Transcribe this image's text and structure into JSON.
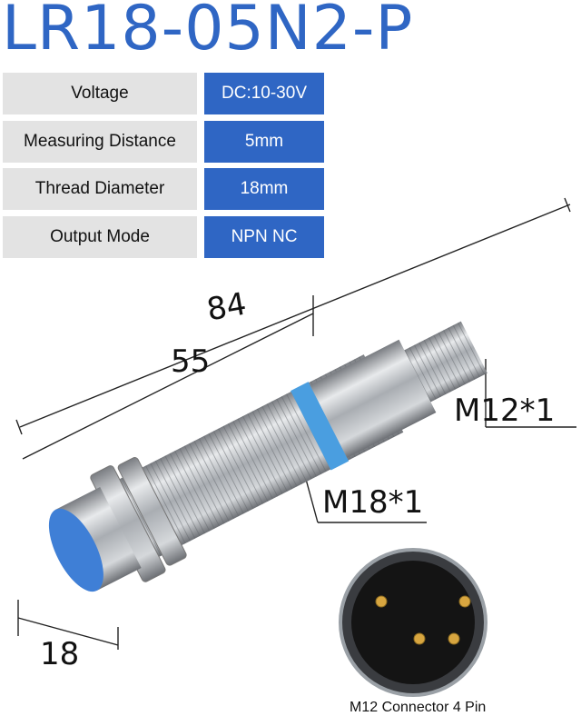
{
  "title": "LR18-05N2-P",
  "specs": [
    {
      "label": "Voltage",
      "value": "DC:10-30V"
    },
    {
      "label": "Measuring Distance",
      "value": "5mm"
    },
    {
      "label": "Thread Diameter",
      "value": "18mm"
    },
    {
      "label": "Output Mode",
      "value": "NPN NC"
    }
  ],
  "dimensions": {
    "total_length": "84",
    "thread_length": "55",
    "face_diameter": "18",
    "connector_thread": "M12*1",
    "body_thread": "M18*1"
  },
  "connector_caption": "M12 Connector 4 Pin",
  "colors": {
    "brand_blue": "#2f66c4",
    "sensor_face": "#3f7fd6",
    "table_grey": "#e3e3e3"
  }
}
